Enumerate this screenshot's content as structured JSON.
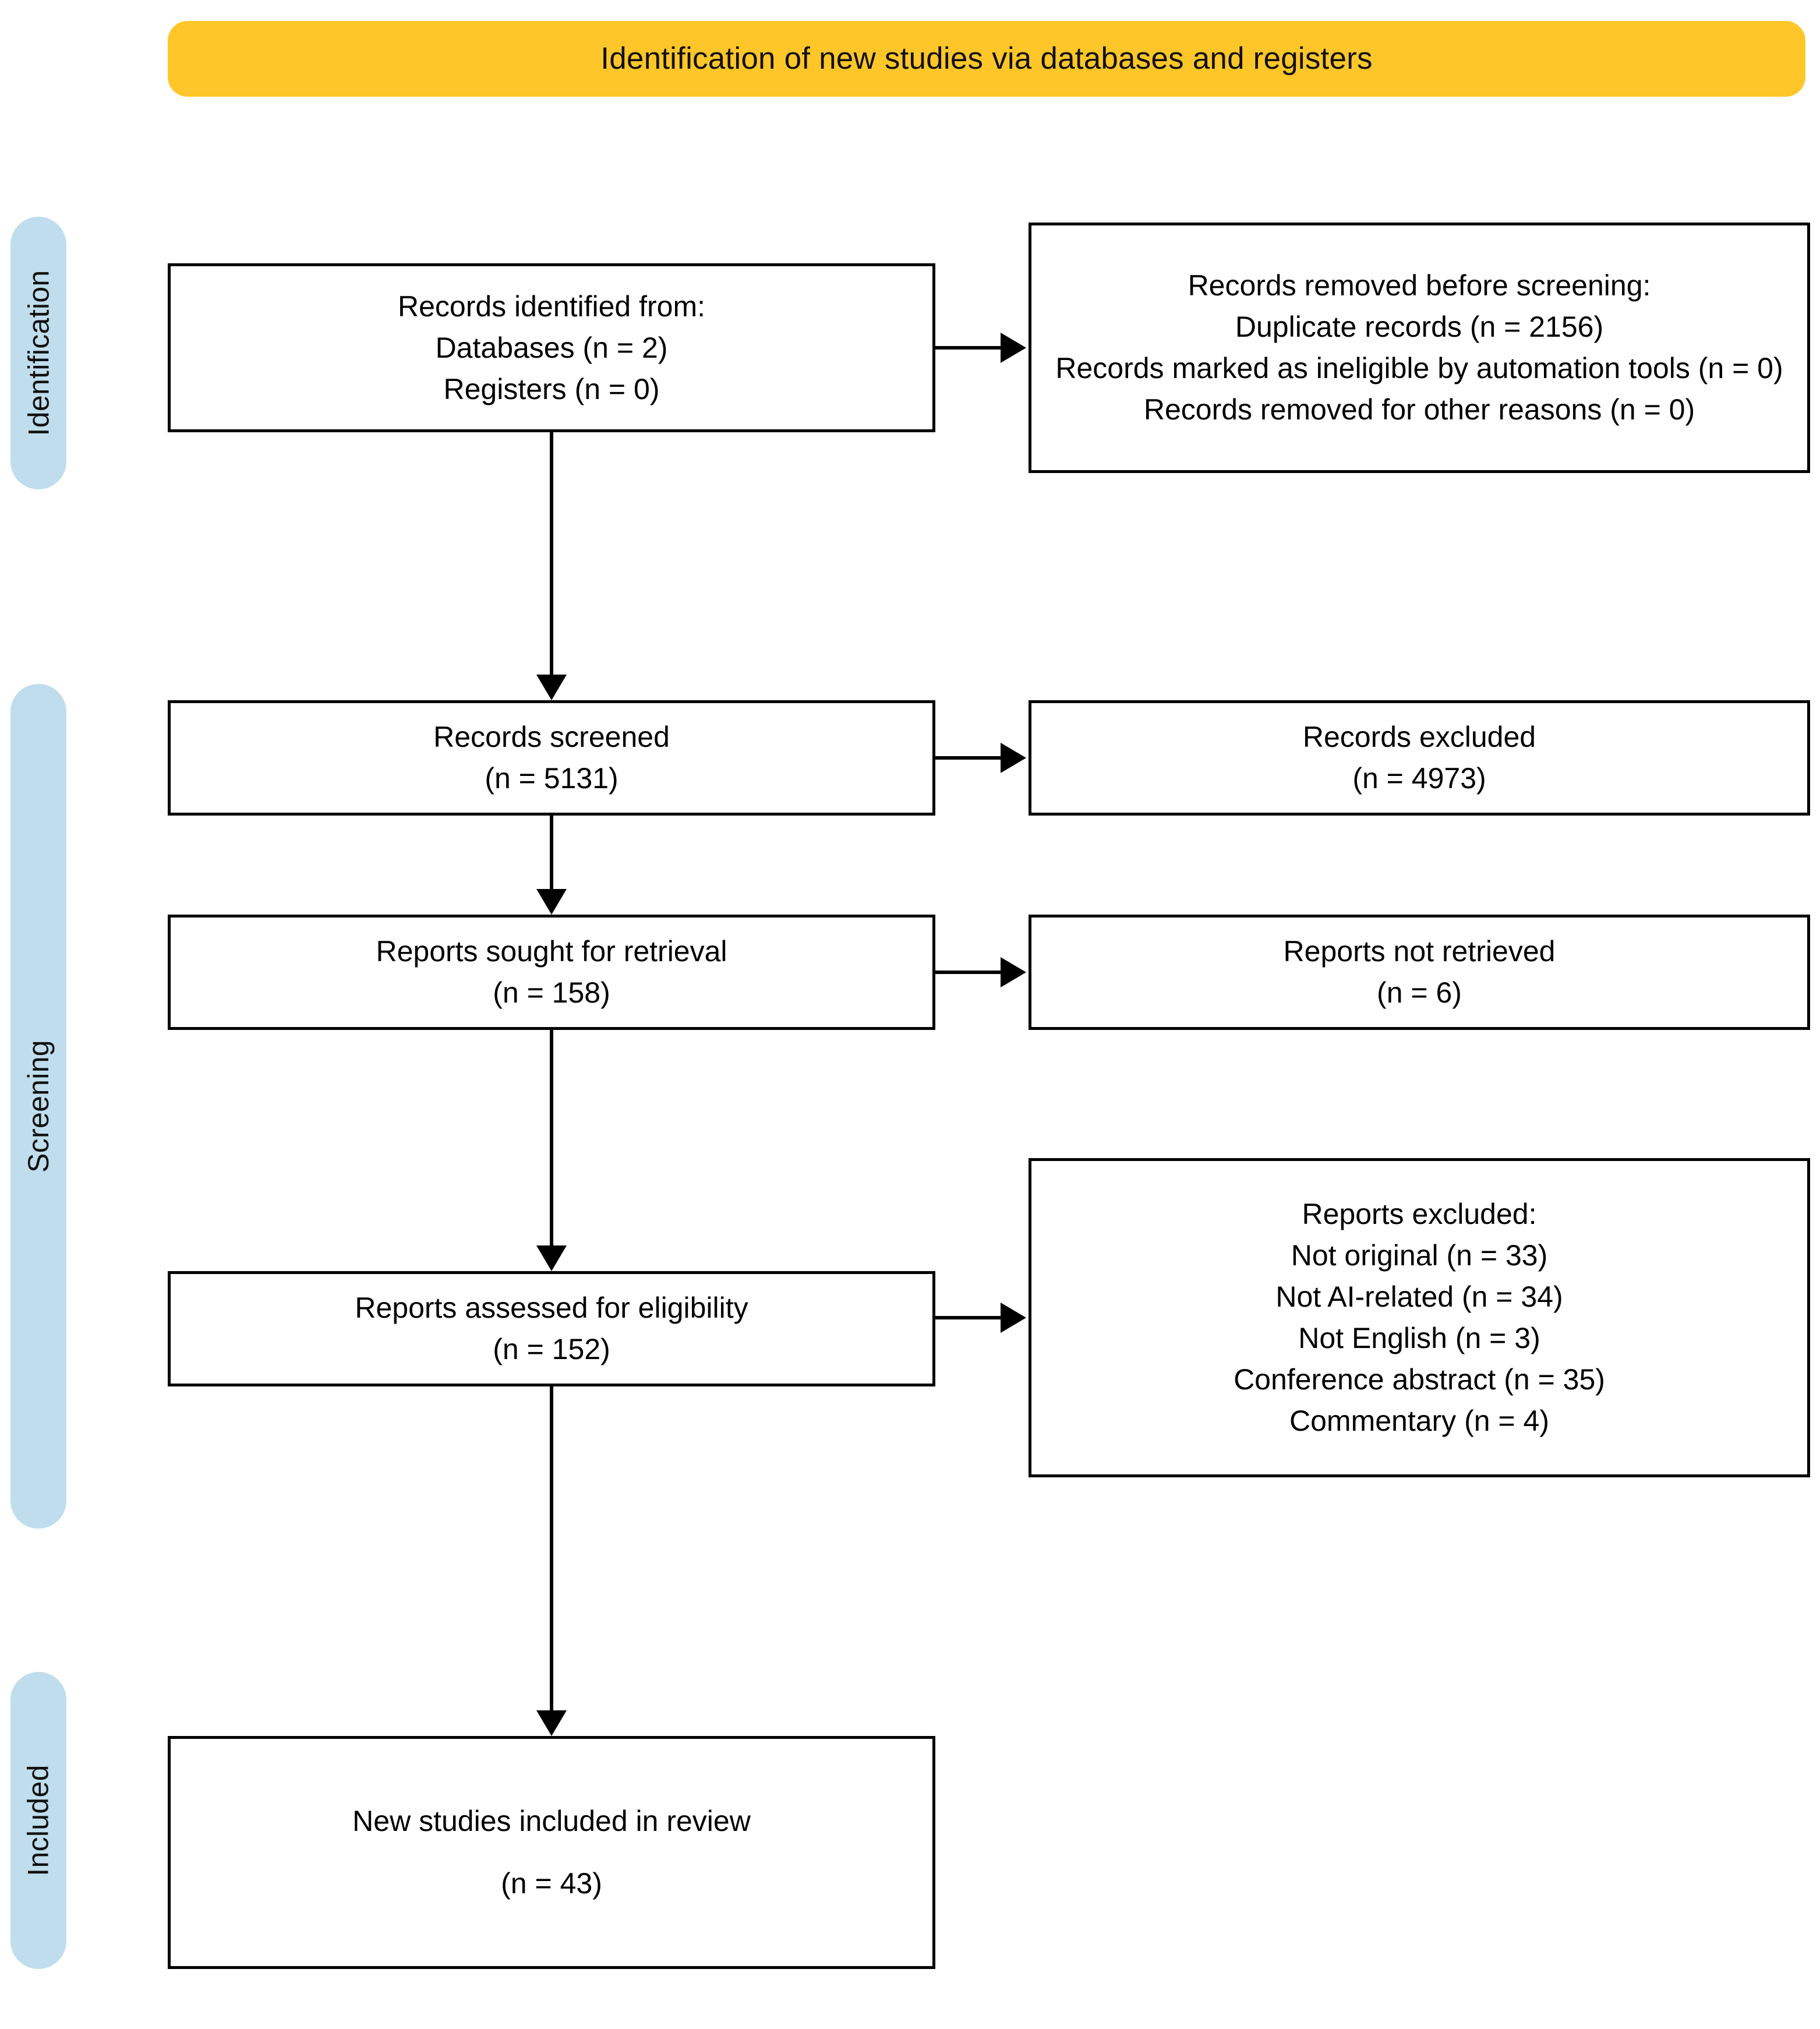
{
  "banner": {
    "title": "Identification of new studies via databases and registers",
    "background_color": "#FFC629"
  },
  "rails": {
    "background_color": "#BFDDEC",
    "items": [
      {
        "id": "identification",
        "label": "Identification"
      },
      {
        "id": "screening",
        "label": "Screening"
      },
      {
        "id": "included",
        "label": "Included"
      }
    ]
  },
  "boxes": {
    "identified": {
      "lines": [
        "Records identified from:",
        "Databases (n = 2)",
        "Registers (n = 0)"
      ]
    },
    "removed": {
      "lines": [
        "Records removed before screening:",
        "Duplicate records (n = 2156)",
        "Records marked as ineligible by automation tools (n = 0)",
        "Records removed for other reasons (n = 0)"
      ]
    },
    "screened": {
      "lines": [
        "Records screened",
        "(n = 5131)"
      ]
    },
    "excluded_records": {
      "lines": [
        "Records excluded",
        "(n = 4973)"
      ]
    },
    "sought": {
      "lines": [
        "Reports sought for retrieval",
        "(n = 158)"
      ]
    },
    "not_retrieved": {
      "lines": [
        "Reports not retrieved",
        "(n = 6)"
      ]
    },
    "assessed": {
      "lines": [
        "Reports assessed for eligibility",
        "(n = 152)"
      ]
    },
    "reports_excluded": {
      "lines": [
        "Reports excluded:",
        "Not original (n = 33)",
        "Not AI-related (n = 34)",
        "Not English (n = 3)",
        "Conference abstract (n = 35)",
        "Commentary (n = 4)"
      ]
    },
    "included": {
      "lines": [
        "New studies included in review",
        "(n = 43)"
      ]
    }
  },
  "chart_data": {
    "type": "diagram",
    "title": "Identification of new studies via databases and registers",
    "stages": [
      "Identification",
      "Screening",
      "Included"
    ],
    "nodes": [
      {
        "id": "identified",
        "stage": "Identification",
        "label": "Records identified from",
        "values": {
          "Databases": 2,
          "Registers": 0
        }
      },
      {
        "id": "removed",
        "stage": "Identification",
        "label": "Records removed before screening",
        "values": {
          "Duplicate records": 2156,
          "Records marked as ineligible by automation tools": 0,
          "Records removed for other reasons": 0
        }
      },
      {
        "id": "screened",
        "stage": "Screening",
        "label": "Records screened",
        "n": 5131
      },
      {
        "id": "excluded_records",
        "stage": "Screening",
        "label": "Records excluded",
        "n": 4973
      },
      {
        "id": "sought",
        "stage": "Screening",
        "label": "Reports sought for retrieval",
        "n": 158
      },
      {
        "id": "not_retrieved",
        "stage": "Screening",
        "label": "Reports not retrieved",
        "n": 6
      },
      {
        "id": "assessed",
        "stage": "Screening",
        "label": "Reports assessed for eligibility",
        "n": 152
      },
      {
        "id": "reports_excluded",
        "stage": "Screening",
        "label": "Reports excluded",
        "values": {
          "Not original": 33,
          "Not AI-related": 34,
          "Not English": 3,
          "Conference abstract": 35,
          "Commentary": 4
        }
      },
      {
        "id": "included",
        "stage": "Included",
        "label": "New studies included in review",
        "n": 43
      }
    ],
    "edges": [
      {
        "from": "identified",
        "to": "removed",
        "direction": "right"
      },
      {
        "from": "identified",
        "to": "screened",
        "direction": "down"
      },
      {
        "from": "screened",
        "to": "excluded_records",
        "direction": "right"
      },
      {
        "from": "screened",
        "to": "sought",
        "direction": "down"
      },
      {
        "from": "sought",
        "to": "not_retrieved",
        "direction": "right"
      },
      {
        "from": "sought",
        "to": "assessed",
        "direction": "down"
      },
      {
        "from": "assessed",
        "to": "reports_excluded",
        "direction": "right"
      },
      {
        "from": "assessed",
        "to": "included",
        "direction": "down"
      }
    ]
  }
}
